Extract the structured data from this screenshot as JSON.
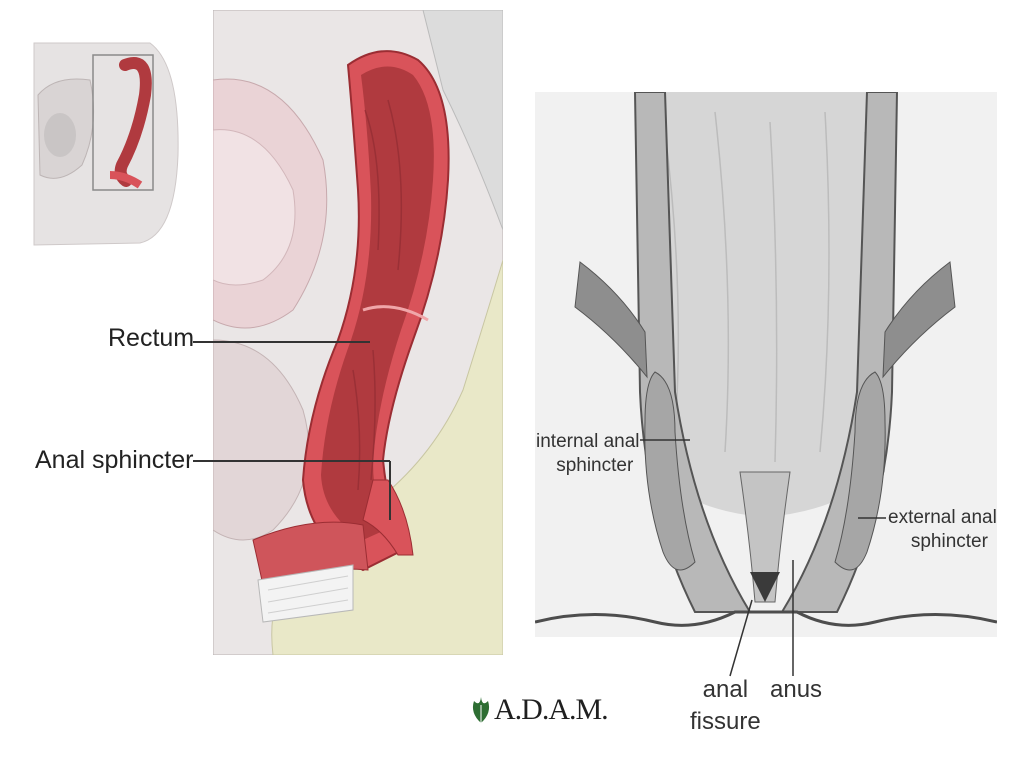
{
  "left_labels": {
    "rectum": "Rectum",
    "anal_sphincter": "Anal sphincter"
  },
  "right_labels": {
    "internal_line1": "internal anal",
    "internal_line2": "sphincter",
    "external_line1": "external anal",
    "external_line2": "sphincter",
    "fissure_line1": "anal",
    "fissure_line2": "fissure",
    "anus": "anus"
  },
  "logo": {
    "text": "A.D.A.M."
  },
  "colors": {
    "rectum": "#b03a3f",
    "muscle": "#d9535a",
    "tissue": "#e8d9da",
    "fat": "#e9e8c8",
    "gray_bg": "#f1f1f1"
  }
}
